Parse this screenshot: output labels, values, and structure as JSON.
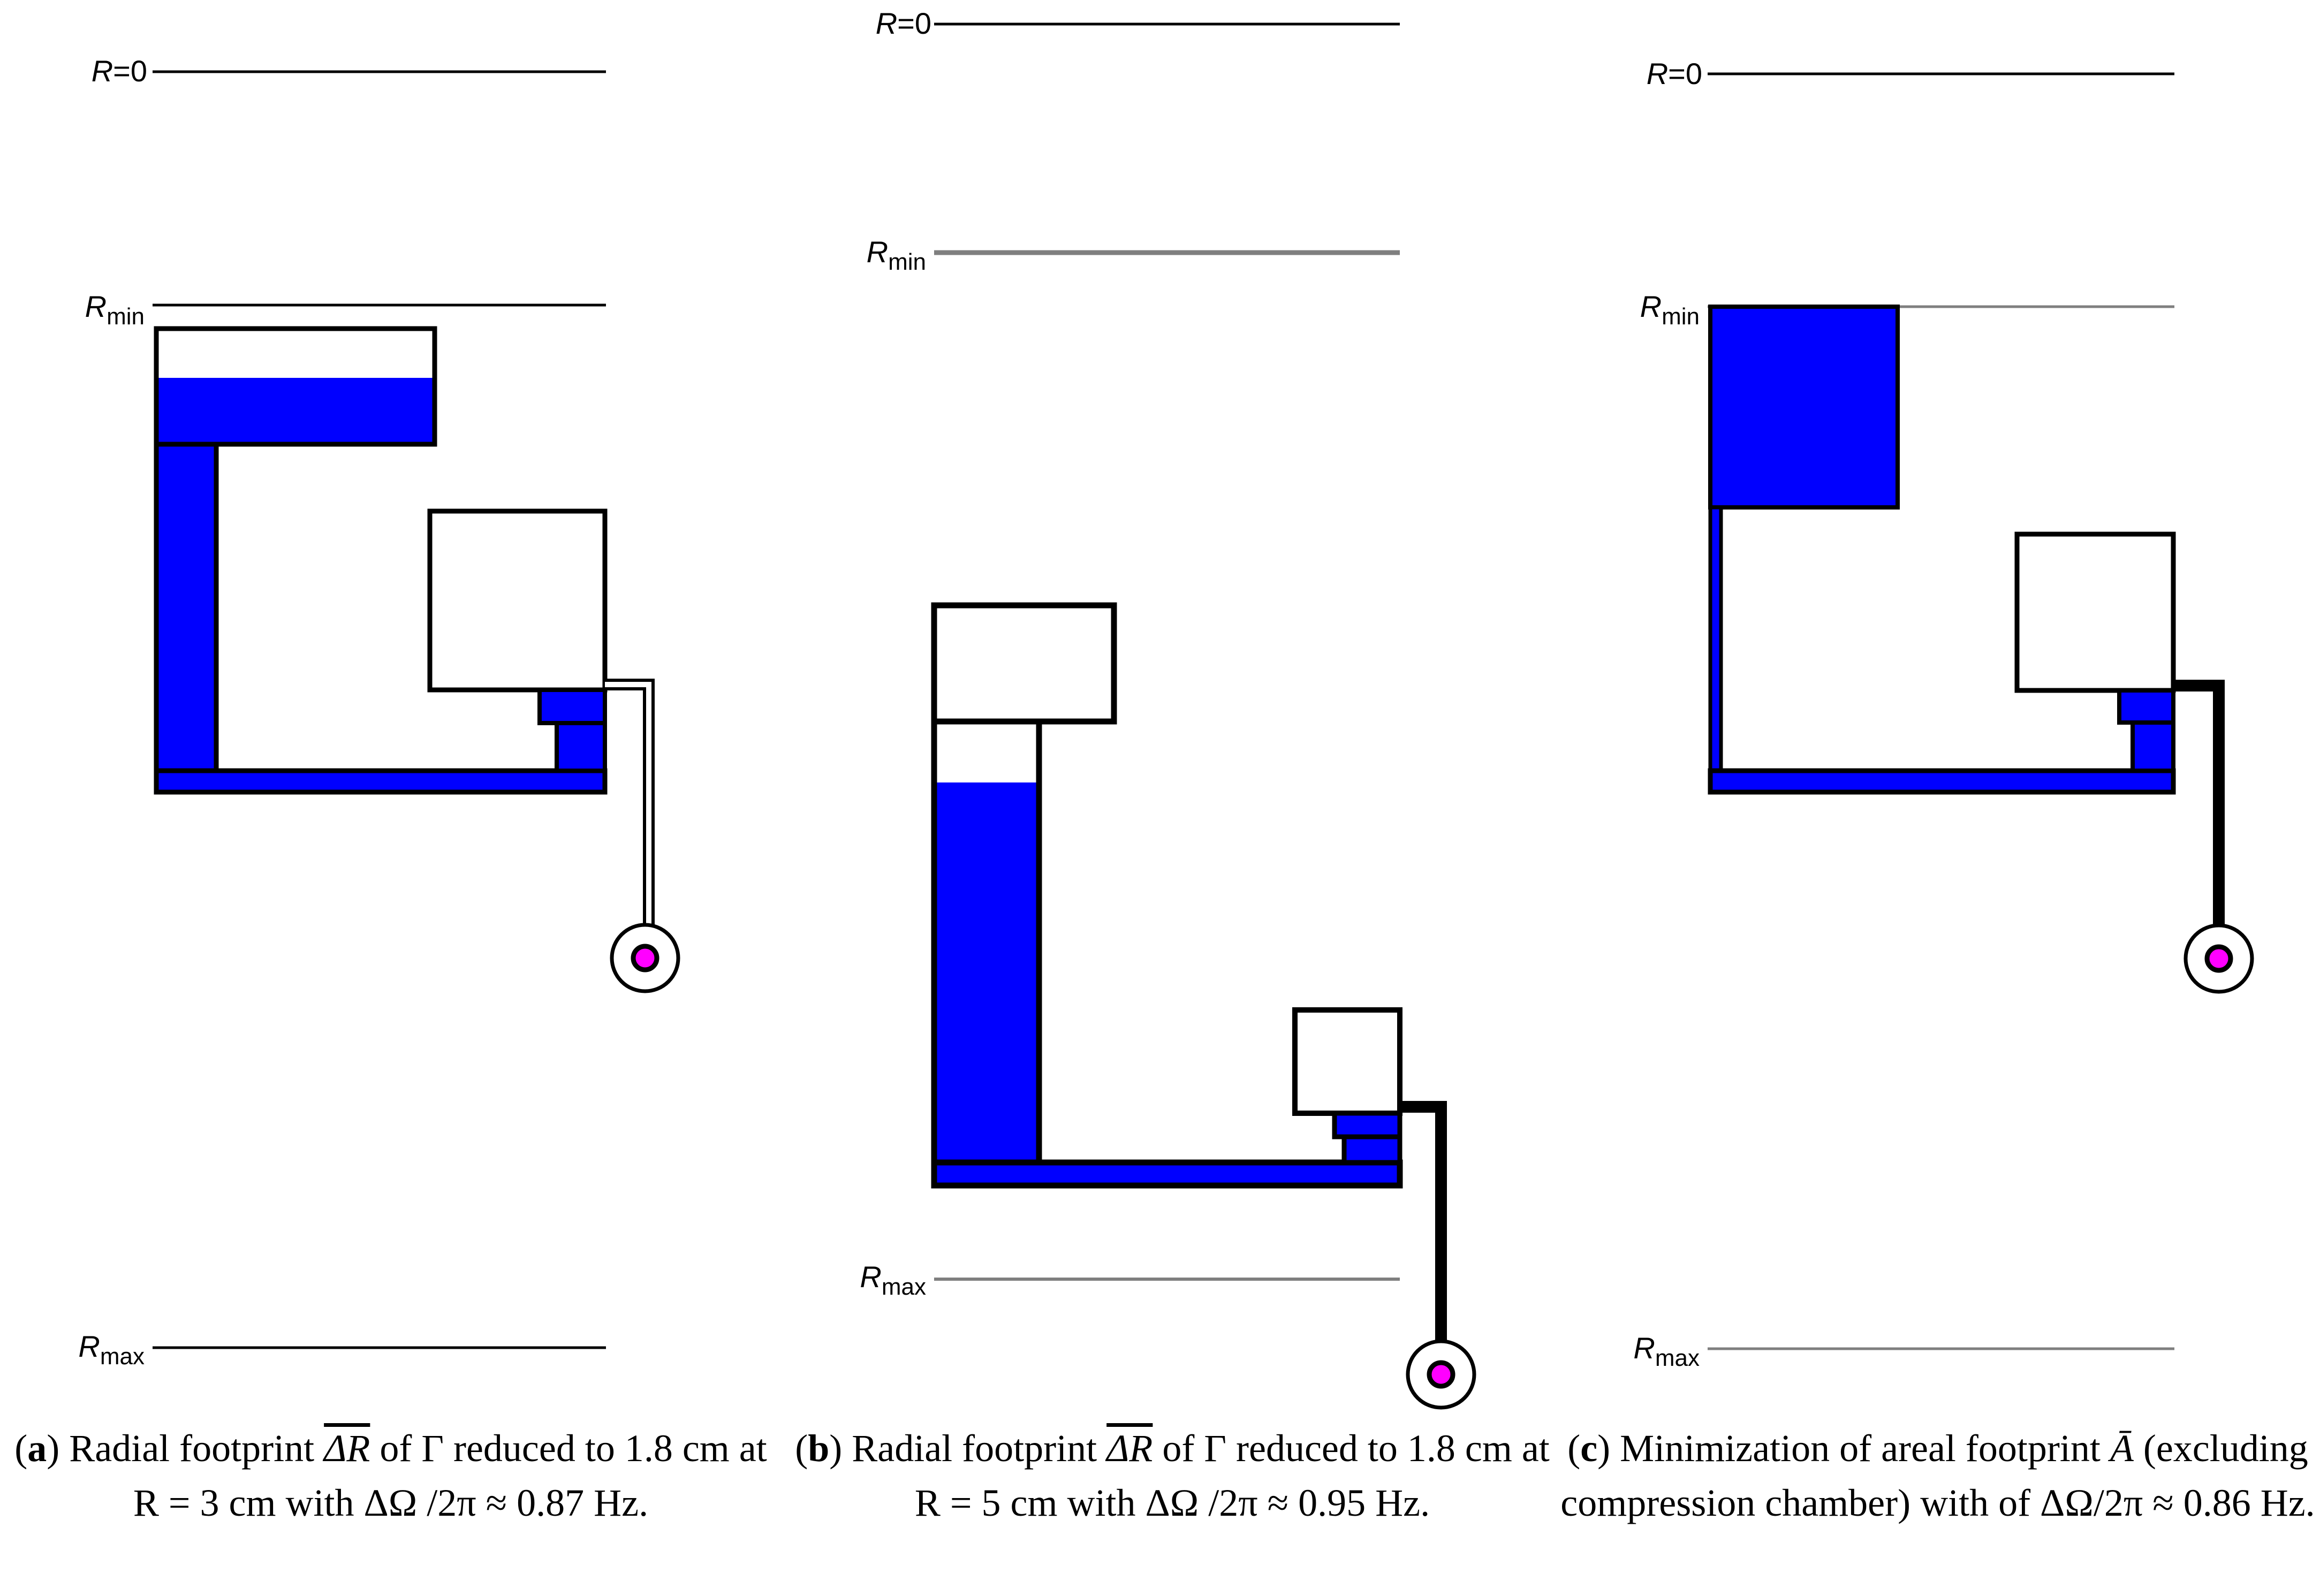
{
  "panels": [
    {
      "id": "a",
      "labels": {
        "r0": "R",
        "r0_eq": "=0",
        "rmin": "R",
        "rmin_sub": "min",
        "rmax": "R",
        "rmax_sub": "max"
      },
      "caption": {
        "letter": "a",
        "text1": "Radial footprint",
        "symbol": "ΔR",
        "text2": "of Γ reduced to 1.8 cm at",
        "math": "R = 3 cm with ΔΩ /2π ≈ 0.87 Hz."
      }
    },
    {
      "id": "b",
      "labels": {
        "r0": "R",
        "r0_eq": "=0",
        "rmin": "R",
        "rmin_sub": "min",
        "rmax": "R",
        "rmax_sub": "max"
      },
      "caption": {
        "letter": "b",
        "text1": "Radial footprint",
        "symbol": "ΔR",
        "text2": "of Γ reduced to 1.8 cm at",
        "math": "R = 5 cm with ΔΩ /2π ≈ 0.95 Hz."
      }
    },
    {
      "id": "c",
      "labels": {
        "r0": "R",
        "r0_eq": "=0",
        "rmin": "R",
        "rmin_sub": "min",
        "rmax": "R",
        "rmax_sub": "max"
      },
      "caption": {
        "letter": "c",
        "text1": "Minimization of areal footprint",
        "symbol": "Ā",
        "text2": "(excluding compression chamber) with of",
        "math": "ΔΩ/2π ≈ 0.86 Hz."
      }
    }
  ],
  "colors": {
    "liquid": "#0000ff",
    "outline": "#000000",
    "line_gray": "#7f7f7f",
    "port": "#ff00ff"
  }
}
